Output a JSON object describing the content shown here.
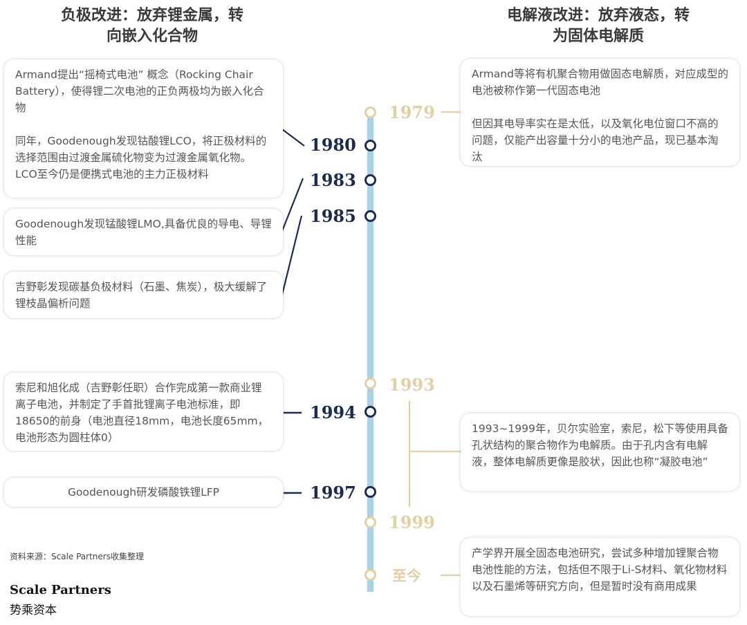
{
  "headers": {
    "left": [
      "负极改进：放弃锂金属，转",
      "向嵌入化合物"
    ],
    "right": [
      "电解液改进：放弃液态，转",
      "为固体电解质"
    ]
  },
  "left_cards": {
    "armand_1980": {
      "p1": "Armand提出“摇椅式电池” 概念（Rocking Chair Battery），使得锂二次电池的正负两极均为嵌入化合物",
      "p2": "同年，Goodenough发现钴酸锂LCO，将正极材料的选择范围由过渡金属硫化物变为过渡金属氧化物。LCO至今仍是便携式电池的主力正极材料"
    },
    "lmo_1983": "Goodenough发现锰酸锂LMO,具备优良的导电、导锂性能",
    "carbon_1985": "吉野彰发现碳基负极材料（石墨、焦炭），极大缓解了锂枝晶偏析问题",
    "sony_1994": "索尼和旭化成（吉野彰任职）合作完成第一款商业锂离子电池，并制定了手首批锂离子电池标准，即18650的前身（电池直径18mm，电池长度65mm，电池形态为圆柱体0）",
    "lfp_1997": "Goodenough研发磷酸铁锂LFP"
  },
  "right_cards": {
    "polymer_1979": {
      "p1": "Armand等将有机聚合物用做固态电解质，对应成型的电池被称作第一代固态电池",
      "p2": "但因其电导率实在是太低，以及氧化电位窗口不高的问题，仅能产出容量十分小的电池产品，现已基本淘汰"
    },
    "gel_1993": "1993~1999年，贝尔实验室，索尼，松下等使用具备孔状结构的聚合物作为电解质。由于孔内含有电解液，整体电解质更像是胶状，因此也称“凝胶电池”",
    "now": "产学界开展全固态电池研究，尝试多种增加锂聚合物电池性能的方法，包括但不限于Li-S材料、氧化物材料以及石墨烯等研究方向，但是暂时没有商用成果"
  },
  "years": {
    "y1979": "1979",
    "y1980": "1980",
    "y1983": "1983",
    "y1985": "1985",
    "y1993": "1993",
    "y1994": "1994",
    "y1997": "1997",
    "y1999": "1999",
    "now": "至今"
  },
  "footer": {
    "source": "资料来源：Scale Partners收集整理",
    "brand_en": "Scale Partners",
    "brand_cn": "势乘资本"
  },
  "colors": {
    "timeline": "#a7d3ea",
    "dark": "#1b2a52",
    "gold": "#e3cfa3"
  }
}
